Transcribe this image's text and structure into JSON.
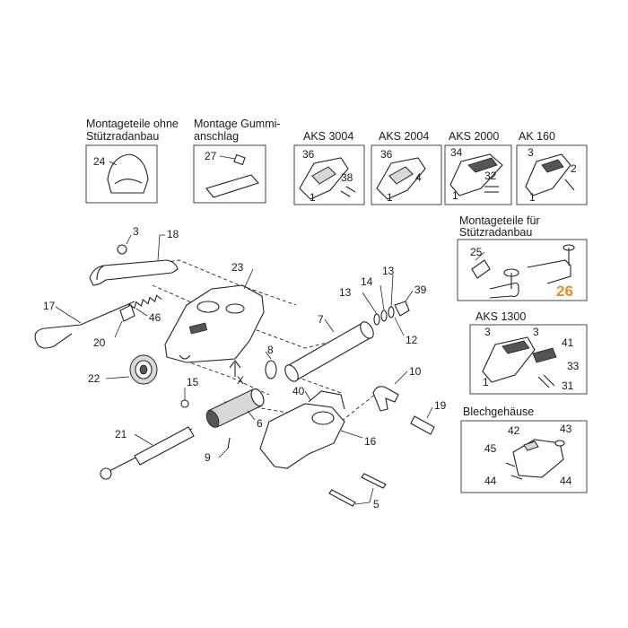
{
  "insets": {
    "montageteile_ohne": {
      "title_line1": "Montageteile ohne",
      "title_line2": "Stützradanbau",
      "parts": [
        "24"
      ]
    },
    "montage_gummi": {
      "title_line1": "Montage Gummi-",
      "title_line2": "anschlag",
      "parts": [
        "27"
      ]
    },
    "aks3004": {
      "title": "AKS 3004",
      "parts": [
        "36",
        "38",
        "1"
      ]
    },
    "aks2004": {
      "title": "AKS 2004",
      "parts": [
        "36",
        "4",
        "1"
      ]
    },
    "aks2000": {
      "title": "AKS 2000",
      "parts": [
        "34",
        "32",
        "1"
      ]
    },
    "ak160": {
      "title": "AK 160",
      "parts": [
        "3",
        "2",
        "1"
      ]
    },
    "montageteile_fuer": {
      "title_line1": "Montageteile für",
      "title_line2": "Stützradanbau",
      "parts": [
        "25"
      ],
      "highlight_part": "26"
    },
    "aks1300": {
      "title": "AKS 1300",
      "parts": [
        "3",
        "3",
        "41",
        "33",
        "31",
        "1"
      ]
    },
    "blechgehaeuse": {
      "title": "Blechgehäuse",
      "parts": [
        "42",
        "43",
        "45",
        "44",
        "44"
      ]
    }
  },
  "main_labels": {
    "p3": "3",
    "p18": "18",
    "p23": "23",
    "p17": "17",
    "p46": "46",
    "p20": "20",
    "p22": "22",
    "p8": "8",
    "px": "X",
    "p15": "15",
    "p6": "6",
    "p21": "21",
    "p9": "9",
    "p7": "7",
    "p13a": "13",
    "p14": "14",
    "p13b": "13",
    "p39": "39",
    "p12": "12",
    "p10": "10",
    "p40": "40",
    "p19": "19",
    "p16": "16",
    "p5": "5"
  },
  "colors": {
    "line": "#222222",
    "highlight": "#e8901e",
    "background": "#ffffff"
  }
}
